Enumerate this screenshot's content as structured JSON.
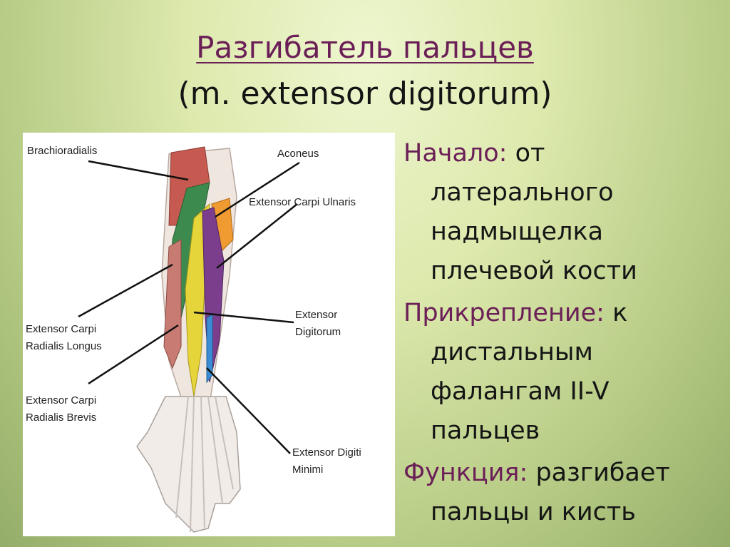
{
  "slide": {
    "title": "Разгибатель пальцев",
    "subtitle": "(m. extensor digitorum)",
    "colors": {
      "title": "#6b1f57",
      "key_terms": "#6b1f57",
      "text": "#151515"
    }
  },
  "figure": {
    "labels": {
      "brachioradialis": "Brachioradialis",
      "aconeus": "Aconeus",
      "ecu": "Extensor Carpi Ulnaris",
      "ecrl_1": "Extensor Carpi",
      "ecrl_2": "Radialis Longus",
      "ed_1": "Extensor",
      "ed_2": "Digitorum",
      "ecrb_1": "Extensor Carpi",
      "ecrb_2": "Radialis Brevis",
      "edm_1": "Extensor Digiti",
      "edm_2": "Minimi"
    }
  },
  "description": {
    "origin": {
      "key": "Начало:",
      "first": "от",
      "lines": [
        "латерального",
        "надмыщелка",
        "плечевой кости"
      ]
    },
    "insertion": {
      "key": "Прикрепление:",
      "first": "к",
      "lines": [
        "дистальным",
        "фалангам II-V",
        "пальцев"
      ]
    },
    "function": {
      "key": "Функция:",
      "first": "разгибает",
      "lines": [
        "пальцы и кисть"
      ]
    }
  }
}
